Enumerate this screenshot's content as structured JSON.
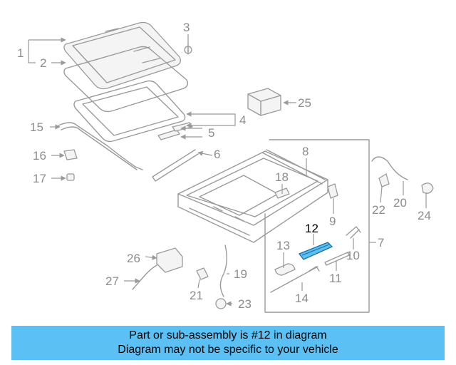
{
  "callouts": {
    "c1": "1",
    "c2": "2",
    "c3": "3",
    "c4": "4",
    "c5": "5",
    "c6": "6",
    "c7": "7",
    "c8": "8",
    "c9": "9",
    "c10": "10",
    "c11": "11",
    "c12": "12",
    "c13": "13",
    "c14": "14",
    "c15": "15",
    "c16": "16",
    "c17": "17",
    "c18": "18",
    "c19": "19",
    "c20": "20",
    "c21": "21",
    "c22": "22",
    "c23": "23",
    "c24": "24",
    "c25": "25",
    "c26": "26",
    "c27": "27"
  },
  "highlight": {
    "part_number": "12",
    "color": "#5bc0f3"
  },
  "banner": {
    "line1": "Part or sub-assembly is #12 in diagram",
    "line2": "Diagram may not be specific to your vehicle",
    "background": "#5bc0f3"
  }
}
